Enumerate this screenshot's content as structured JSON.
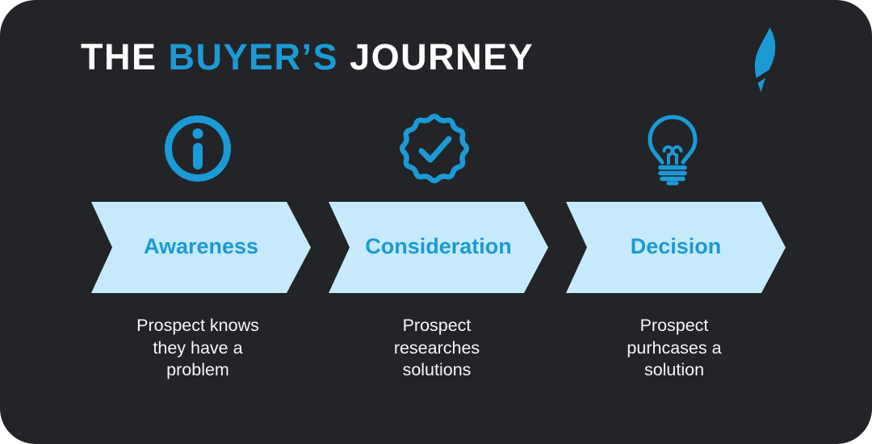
{
  "title": {
    "prefix": "THE ",
    "highlight": "BUYER’S",
    "suffix": " JOURNEY"
  },
  "logo": {
    "name": "flame-logo"
  },
  "colors": {
    "page_background": "#ffffff",
    "card_background": "#232428",
    "accent_blue": "#1b9ad6",
    "banner_fill": "#c6eafb",
    "description_text": "#f5f5f5"
  },
  "stages": [
    {
      "icon": "info-icon",
      "label": "Awareness",
      "description": "Prospect knows\nthey have a\nproblem"
    },
    {
      "icon": "badge-check-icon",
      "label": "Consideration",
      "description": "Prospect\nresearches\nsolutions"
    },
    {
      "icon": "lightbulb-icon",
      "label": "Decision",
      "description": "Prospect\npurhcases a\nsolution"
    }
  ]
}
